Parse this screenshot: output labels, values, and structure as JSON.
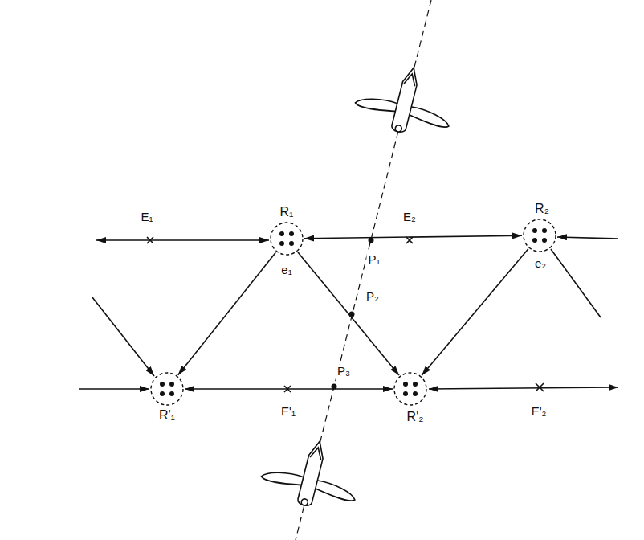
{
  "diagram": {
    "nodes": [
      {
        "text": [
          "R₁"
        ]
      },
      {
        "text": [
          "R₂"
        ]
      },
      {
        "text": [
          "R'₁"
        ]
      },
      {
        "text": [
          "R'₂"
        ]
      }
    ],
    "edges": [
      {
        "from": 0,
        "to": 1,
        "arrow": "both"
      },
      {
        "from": 0,
        "to": 2,
        "arrow": "to"
      },
      {
        "from": 0,
        "to": 3,
        "arrow": "to"
      },
      {
        "from": 1,
        "to": 3,
        "arrow": "to"
      },
      {
        "from": 2,
        "to": 3,
        "arrow": "both"
      }
    ],
    "labels": [
      "E₁",
      "E₂",
      "P₁",
      "e₁",
      "e₂",
      "P₂",
      "P₃",
      "E'₁",
      "E'₂"
    ]
  }
}
